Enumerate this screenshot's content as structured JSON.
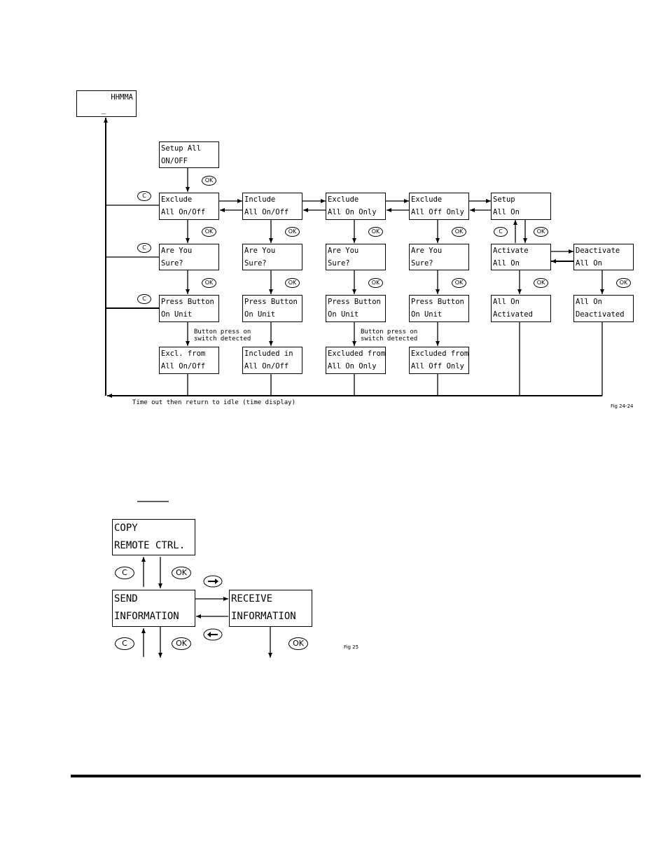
{
  "fig24": {
    "idle": {
      "line1": "HHMMA",
      "line2": "_"
    },
    "setup_all": {
      "line1": "Setup All",
      "line2": "ON/OFF"
    },
    "row1": [
      {
        "line1": "Exclude",
        "line2": "All On/Off"
      },
      {
        "line1": "Include",
        "line2": "All On/Off"
      },
      {
        "line1": "Exclude",
        "line2": "All On Only"
      },
      {
        "line1": "Exclude",
        "line2": "All Off Only"
      },
      {
        "line1": "Setup",
        "line2": "All On"
      }
    ],
    "row2": [
      {
        "line1": "Are You",
        "line2": "Sure?"
      },
      {
        "line1": "Are You",
        "line2": "Sure?"
      },
      {
        "line1": "Are You",
        "line2": "Sure?"
      },
      {
        "line1": "Are You",
        "line2": "Sure?"
      },
      {
        "line1": "Activate",
        "line2": "All On"
      },
      {
        "line1": "Deactivate",
        "line2": "All On"
      }
    ],
    "row3": [
      {
        "line1": "Press Button",
        "line2": "On Unit"
      },
      {
        "line1": "Press Button",
        "line2": "On Unit"
      },
      {
        "line1": "Press Button",
        "line2": "On Unit"
      },
      {
        "line1": "Press Button",
        "line2": "On Unit"
      },
      {
        "line1": "All On",
        "line2": "Activated"
      },
      {
        "line1": "All On",
        "line2": "Deactivated"
      }
    ],
    "row4": [
      {
        "line1": "Excl. from",
        "line2": "All On/Off"
      },
      {
        "line1": "Included in",
        "line2": "All On/Off"
      },
      {
        "line1": "Excluded from",
        "line2": "All On Only"
      },
      {
        "line1": "Excluded from",
        "line2": "All Off Only"
      }
    ],
    "button_press_note_1": {
      "line1": "Button press on",
      "line2": "switch detected"
    },
    "button_press_note_2": {
      "line1": "Button press on",
      "line2": "switch detected"
    },
    "timeout_note": "Time out then return to idle (time display)",
    "fig_label": "Fig 24-24",
    "ok_key": "OK",
    "c_key": "C"
  },
  "fig25": {
    "copy": {
      "line1": "COPY",
      "line2": "REMOTE CTRL."
    },
    "send": {
      "line1": "SEND",
      "line2": "INFORMATION"
    },
    "receive": {
      "line1": "RECEIVE",
      "line2": "INFORMATION"
    },
    "ok_key": "OK",
    "c_key": "C",
    "fig_label": "Fig 25"
  },
  "colors": {
    "ink": "#000000",
    "paper": "#ffffff"
  }
}
